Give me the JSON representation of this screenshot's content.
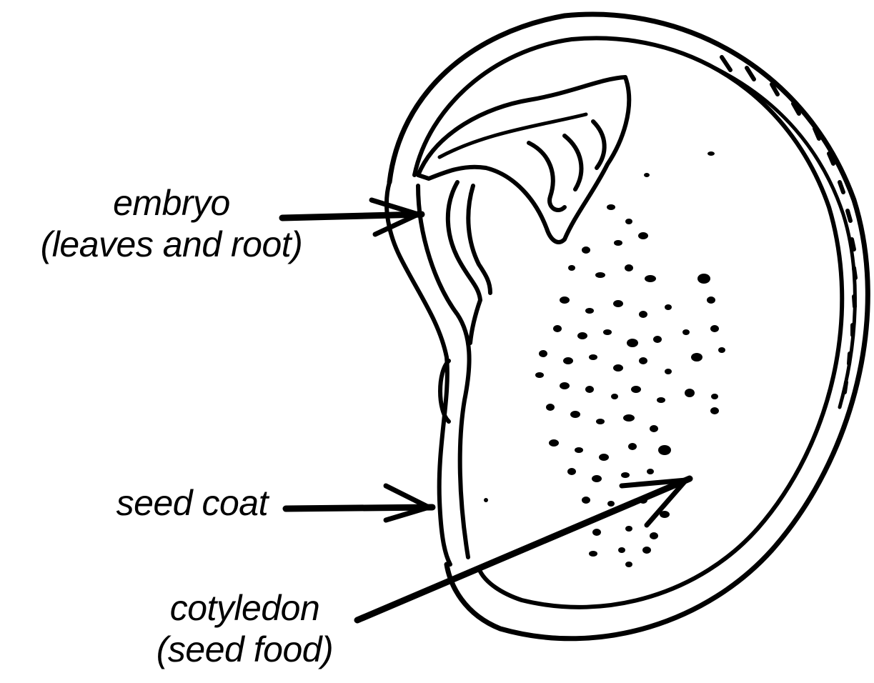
{
  "labels": {
    "embryo": {
      "name": "embryo",
      "detail": "(leaves and root)"
    },
    "seed_coat": {
      "name": "seed coat"
    },
    "cotyledon": {
      "name": "cotyledon",
      "detail": "(seed food)"
    }
  },
  "colors": {
    "ink": "#000000",
    "background": "#ffffff"
  }
}
